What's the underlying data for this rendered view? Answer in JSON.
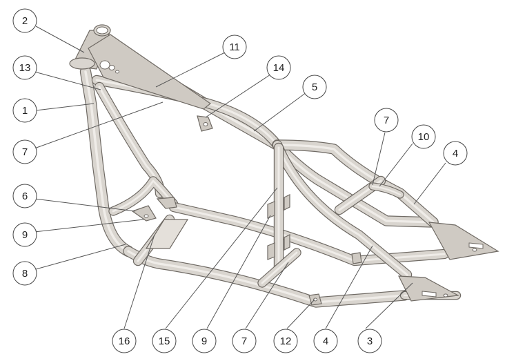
{
  "diagram": {
    "callouts": [
      {
        "id": "c-2",
        "label": "2"
      },
      {
        "id": "c-13",
        "label": "13"
      },
      {
        "id": "c-1",
        "label": "1"
      },
      {
        "id": "c-7a",
        "label": "7"
      },
      {
        "id": "c-6",
        "label": "6"
      },
      {
        "id": "c-9a",
        "label": "9"
      },
      {
        "id": "c-8",
        "label": "8"
      },
      {
        "id": "c-11",
        "label": "11"
      },
      {
        "id": "c-14",
        "label": "14"
      },
      {
        "id": "c-5",
        "label": "5"
      },
      {
        "id": "c-7b",
        "label": "7"
      },
      {
        "id": "c-10",
        "label": "10"
      },
      {
        "id": "c-4a",
        "label": "4"
      },
      {
        "id": "c-16",
        "label": "16"
      },
      {
        "id": "c-15",
        "label": "15"
      },
      {
        "id": "c-9b",
        "label": "9"
      },
      {
        "id": "c-7c",
        "label": "7"
      },
      {
        "id": "c-12",
        "label": "12"
      },
      {
        "id": "c-4b",
        "label": "4"
      },
      {
        "id": "c-3",
        "label": "3"
      }
    ]
  }
}
